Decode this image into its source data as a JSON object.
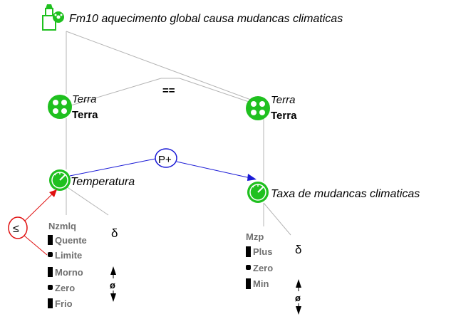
{
  "title": "Fm10 aquecimento global causa mudancas climaticas",
  "equality_symbol": "==",
  "entities": {
    "left": {
      "type": "Terra",
      "name": "Terra"
    },
    "right": {
      "type": "Terra",
      "name": "Terra"
    }
  },
  "quantities": {
    "left": {
      "name": "Temperatura",
      "space_name": "Nzmlq",
      "values": [
        "Quente",
        "Limite",
        "Morno",
        "Zero",
        "Frio"
      ],
      "derivative_symbol": "δ",
      "derivative_value": "ø"
    },
    "right": {
      "name": "Taxa de mudancas climaticas",
      "space_name": "Mzp",
      "values": [
        "Plus",
        "Zero",
        "Min"
      ],
      "derivative_symbol": "δ",
      "derivative_value": "ø"
    }
  },
  "relations": {
    "influence_label": "P+",
    "inequality_label": "≤"
  },
  "colors": {
    "green": "#1fc01f",
    "blue": "#1a1ad6",
    "red": "#e01010",
    "gray_line": "#b4b4b4",
    "text_gray": "#707070"
  },
  "icons": {
    "model_fragment": "model-fragment-icon",
    "entity": "entity-icon",
    "quantity": "quantity-gauge-icon"
  }
}
